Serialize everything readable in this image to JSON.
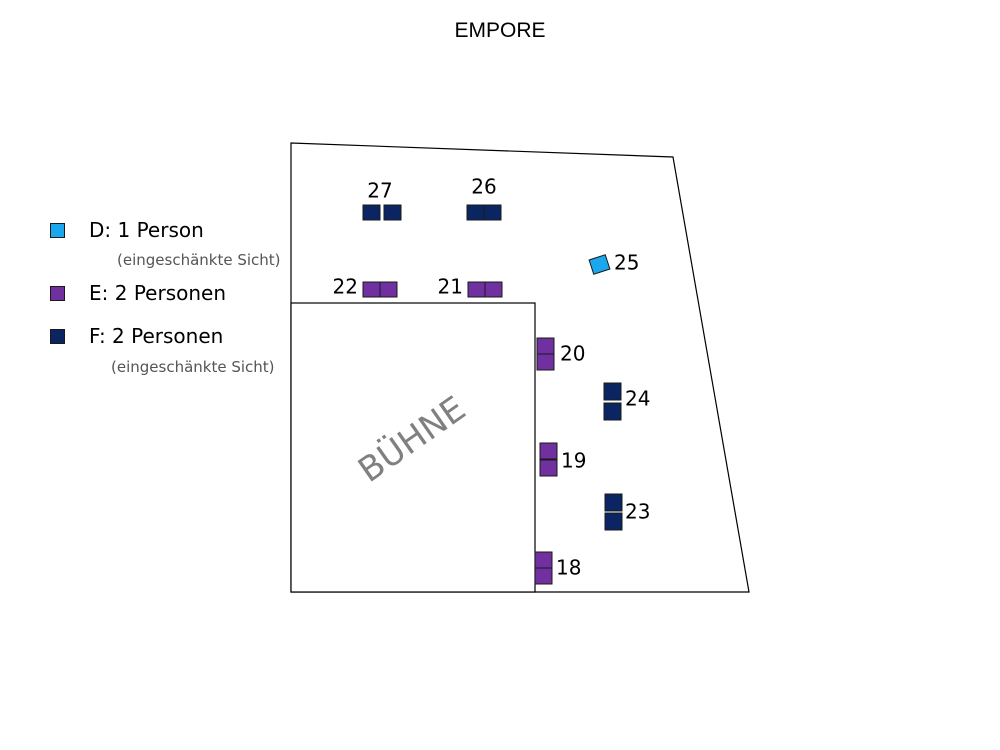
{
  "header": {
    "title": "EMPORE"
  },
  "colors": {
    "D": "#1aa7ec",
    "E": "#7030a0",
    "F": "#0b2563",
    "outline": "#000000",
    "stage_text": "#808080"
  },
  "legend": [
    {
      "key": "D",
      "label": "D: 1 Person",
      "note": "(eingeschänkte Sicht)"
    },
    {
      "key": "E",
      "label": "E: 2 Personen",
      "note": ""
    },
    {
      "key": "F",
      "label": "F: 2 Personen",
      "note": "(eingeschänkte Sicht)"
    }
  ],
  "stage": {
    "label": "BÜHNE"
  },
  "seats": [
    {
      "number": "27",
      "category": "F"
    },
    {
      "number": "26",
      "category": "F"
    },
    {
      "number": "25",
      "category": "D"
    },
    {
      "number": "22",
      "category": "E"
    },
    {
      "number": "21",
      "category": "E"
    },
    {
      "number": "20",
      "category": "E"
    },
    {
      "number": "24",
      "category": "F"
    },
    {
      "number": "19",
      "category": "E"
    },
    {
      "number": "23",
      "category": "F"
    },
    {
      "number": "18",
      "category": "E"
    }
  ]
}
